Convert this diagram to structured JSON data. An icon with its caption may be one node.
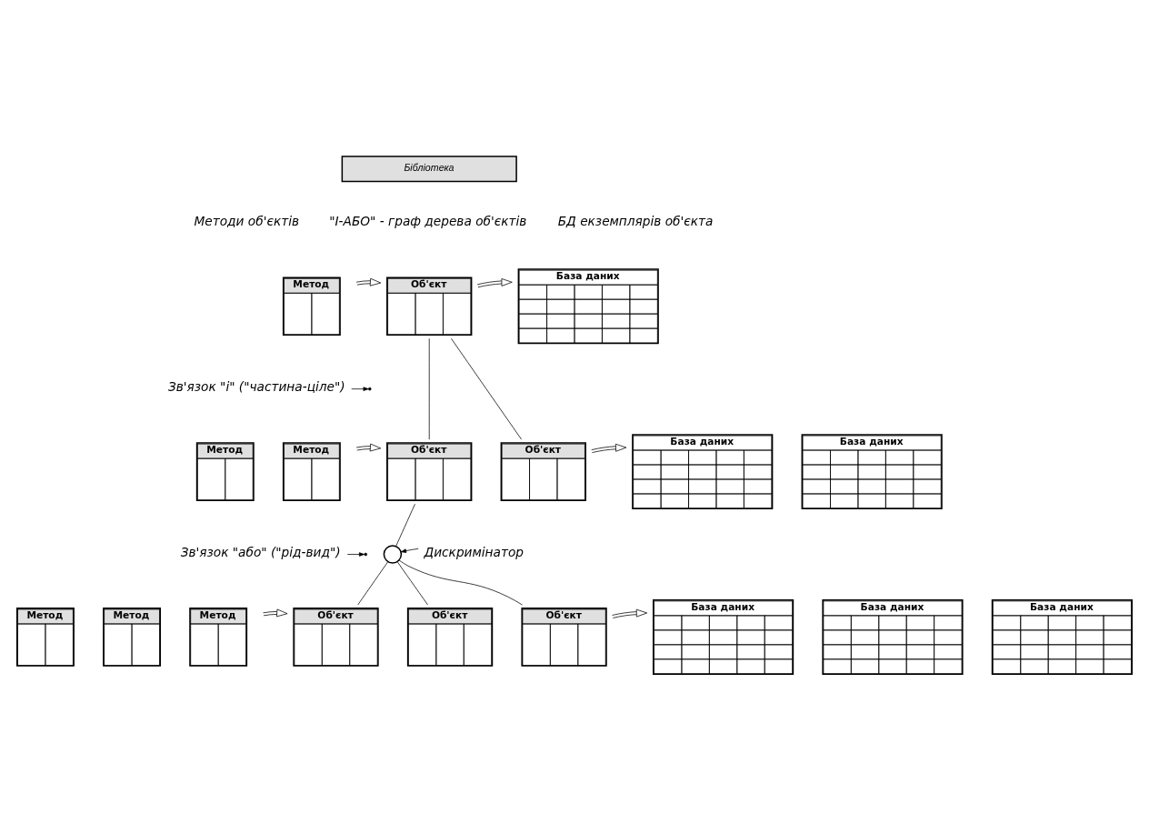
{
  "diagram": {
    "nodes": [
      {
        "text": [
          "Бібліотека"
        ]
      },
      {
        "text": [
          "Метод"
        ]
      },
      {
        "text": [
          "Об'єкт"
        ]
      },
      {
        "text": [
          "База даних"
        ]
      },
      {
        "text": [
          "Метод"
        ]
      },
      {
        "text": [
          "Метод"
        ]
      },
      {
        "text": [
          "Об'єкт"
        ]
      },
      {
        "text": [
          "Об'єкт"
        ]
      },
      {
        "text": [
          "База даних"
        ]
      },
      {
        "text": [
          "База даних"
        ]
      },
      {
        "text": [],
        "shape": "circle"
      },
      {
        "text": [
          "Метод"
        ]
      },
      {
        "text": [
          "Метод"
        ]
      },
      {
        "text": [
          "Метод"
        ]
      },
      {
        "text": [
          "Об'єкт"
        ]
      },
      {
        "text": [
          "Об'єкт"
        ]
      },
      {
        "text": [
          "Об'єкт"
        ]
      },
      {
        "text": [
          "База даних"
        ]
      },
      {
        "text": [
          "База даних"
        ]
      },
      {
        "text": [
          "База даних"
        ]
      },
      {
        "text": [
          "Зв'язок \"і\" (\"частина-ціле\")"
        ]
      },
      {
        "text": [
          "Зв'язок \"або\" (\"рід-вид\")"
        ]
      },
      {
        "text": [
          "Дискримінатор"
        ]
      }
    ],
    "edges": [
      {
        "from": 1,
        "to": 2,
        "arrow": "both"
      },
      {
        "from": 2,
        "to": 3,
        "arrow": "to"
      },
      {
        "from": 2,
        "to": 6,
        "arrow": "none"
      },
      {
        "from": 2,
        "to": 7,
        "arrow": "none"
      },
      {
        "from": 4,
        "to": 6,
        "arrow": "both"
      },
      {
        "from": 7,
        "to": 8,
        "arrow": "to"
      },
      {
        "from": 6,
        "to": 10,
        "arrow": "none"
      },
      {
        "from": 10,
        "to": 14,
        "arrow": "none"
      },
      {
        "from": 10,
        "to": 15,
        "arrow": "none"
      },
      {
        "from": 10,
        "to": 16,
        "arrow": "none"
      },
      {
        "from": 11,
        "to": 14,
        "arrow": "both"
      },
      {
        "from": 16,
        "to": 17,
        "arrow": "to"
      },
      {
        "from": 20,
        "to": null,
        "arrow": "to"
      },
      {
        "from": 21,
        "to": null,
        "arrow": "to"
      },
      {
        "from": 22,
        "to": 10,
        "arrow": "to"
      }
    ],
    "labels": [
      "Методи об'єктів",
      "\"І-АБО\" - граф дерева об'єктів",
      "БД екземплярів об'єкта"
    ]
  }
}
